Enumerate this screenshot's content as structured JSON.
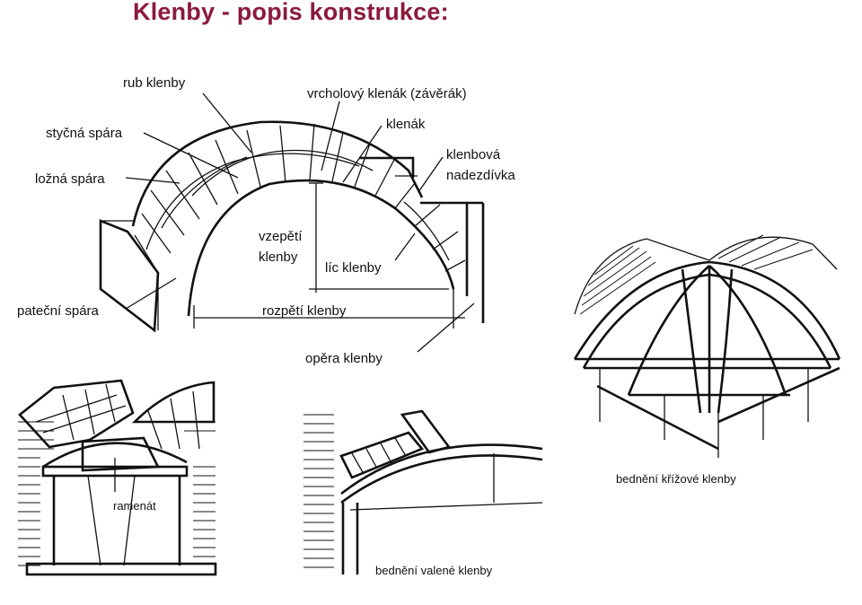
{
  "title": "Klenby - popis konstrukce:",
  "main_diagram": {
    "labels": {
      "rub": "rub klenby",
      "vrcholovy": "vrcholový klenák (závěrák)",
      "stycna": "styčná spára",
      "klenak": "klenák",
      "nadezdivka_1": "klenbová",
      "nadezdivka_2": "nadezdívka",
      "lozna": "ložná spára",
      "vzepeti_1": "vzepětí",
      "vzepeti_2": "klenby",
      "lic": "líc klenby",
      "patecni": "pateční spára",
      "rozpeti": "rozpětí klenby",
      "opera": "opěra klenby"
    }
  },
  "lintel_diagram": {
    "label": "ramenát"
  },
  "barrel_diagram": {
    "label": "bednění valené klenby"
  },
  "cross_diagram": {
    "label": "bednění křížové klenby"
  }
}
